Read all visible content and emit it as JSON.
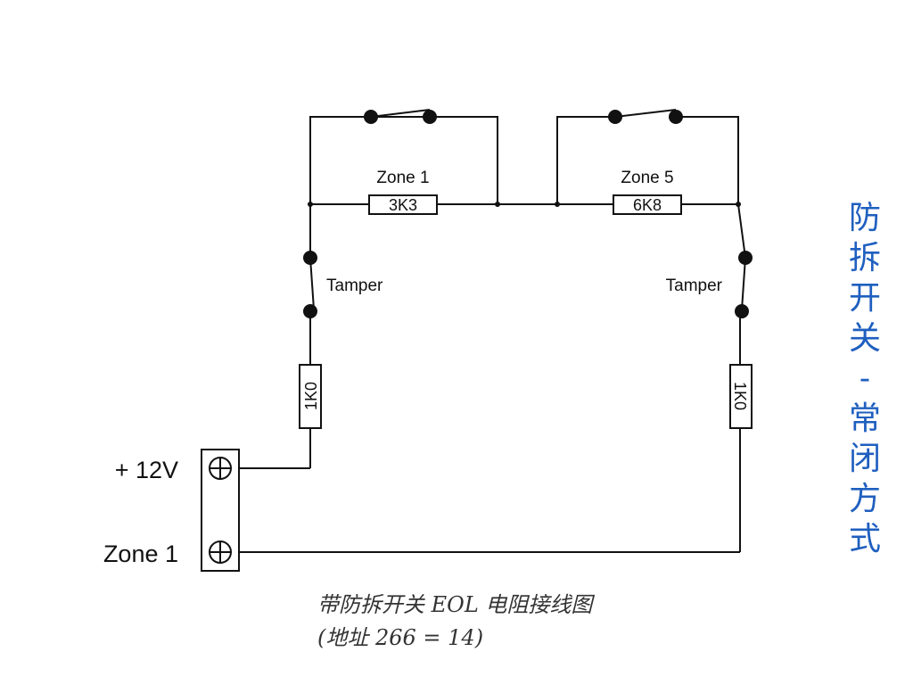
{
  "title": "",
  "side_title": "防拆开关-常闭方式",
  "diagram": {
    "zone_label_left": "Zone 1",
    "zone_label_right": "Zone 5",
    "resistor_left": "3K3",
    "resistor_right": "6K8",
    "tamper_left": "Tamper",
    "tamper_right": "Tamper",
    "resistor_bottom_left": "1K0",
    "resistor_bottom_right": "1K0",
    "terminal_top": "+ 12V",
    "terminal_bottom": "Zone 1"
  },
  "caption": {
    "line1": "带防拆开关 EOL 电阻接线图",
    "line2": "(地址 266 = 14)"
  },
  "colors": {
    "side_title": "#1f5fbf",
    "wire": "#111111",
    "top_title": "#8a3a10"
  }
}
